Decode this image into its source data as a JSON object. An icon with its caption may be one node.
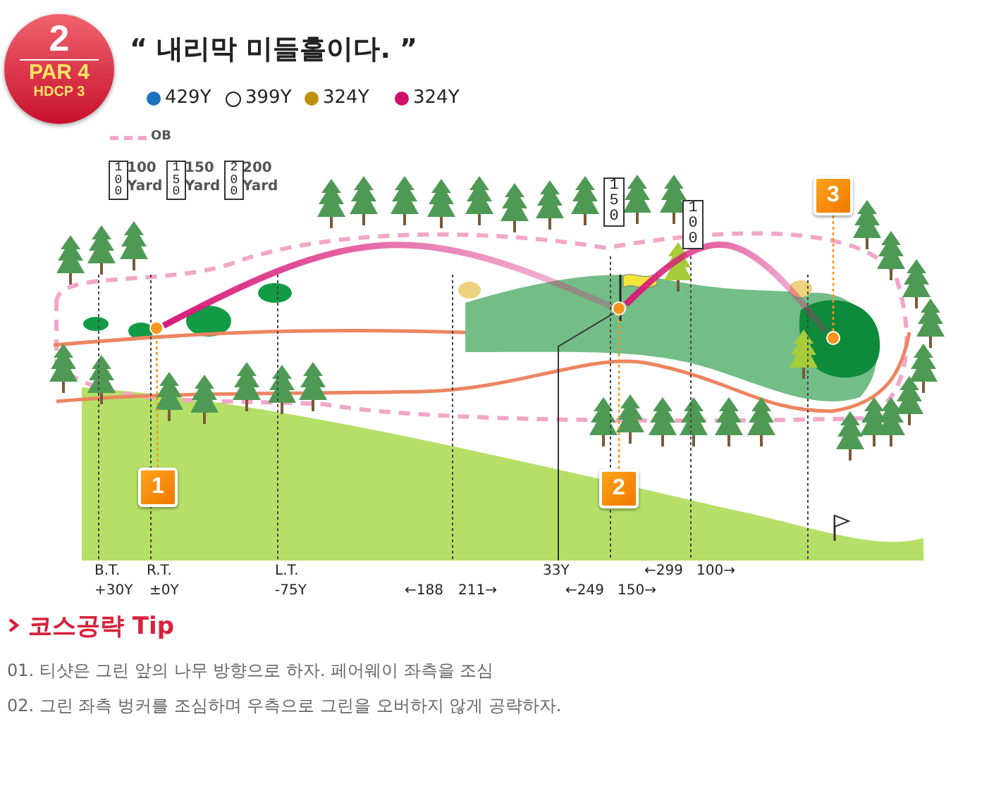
{
  "diagram": {
    "title": "“ 내리막 미들홀이다. ”",
    "nodes": [
      {
        "text": [
          "2",
          "PAR 4",
          "HDCP 3"
        ]
      },
      {
        "text": [
          "1"
        ]
      },
      {
        "text": [],
        "shape": "circle"
      },
      {
        "text": [
          "2"
        ]
      },
      {
        "text": [],
        "shape": "circle"
      },
      {
        "text": [
          "3"
        ]
      },
      {
        "text": [],
        "shape": "circle"
      }
    ],
    "edges": [
      {
        "from": 1,
        "to": 2,
        "arrow": "none",
        "style": "dashed"
      },
      {
        "from": 3,
        "to": 4,
        "arrow": "none",
        "style": "dashed"
      },
      {
        "from": 5,
        "to": 6,
        "arrow": "none",
        "style": "dashed"
      },
      {
        "from": 2,
        "to": 4,
        "arrow": "none",
        "style": "thick",
        "color": "#d81b7a"
      },
      {
        "from": 4,
        "to": 6,
        "arrow": "none",
        "style": "thick",
        "color": "#d81b7a"
      }
    ],
    "labels": [
      "100",
      "150",
      "200",
      "150",
      "100",
      "B.T.",
      "+30Y",
      "R.T.",
      "±0Y",
      "L.T.",
      "-75Y",
      "←188",
      "211→",
      "33Y",
      "←299",
      "100→",
      "←249",
      "150→",
      "코스공략 Tip",
      "01. 티샷은 그린 앞의 나무 방향으로 하자. 페어웨이 좌측을 조심",
      "02. 그린 좌측 벙커를 조심하며 우측으로 그린을 오버하지 않게 공략하자."
    ],
    "legend": [
      {
        "text": "429Y",
        "color": "#1a72c0"
      },
      {
        "text": "399Y"
      },
      {
        "text": "324Y",
        "color": "#c09010"
      },
      {
        "text": "324Y",
        "color": "#d0106a"
      },
      {
        "text": "OB"
      },
      {
        "text": "100 Yard"
      },
      {
        "text": "150 Yard"
      },
      {
        "text": "200 Yard"
      }
    ]
  }
}
